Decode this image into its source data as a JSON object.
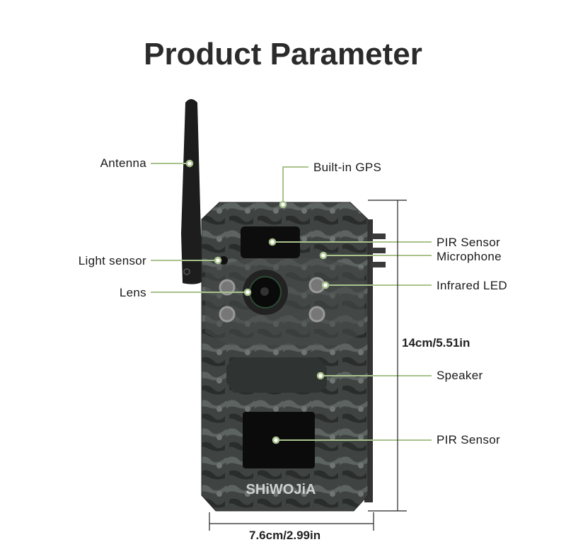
{
  "title": "Product Parameter",
  "brand": "SHiWOJiA",
  "colors": {
    "callout": "#a9c28c",
    "body": "#3e4240",
    "text": "#1a1a1a"
  },
  "labels": {
    "antenna": "Antenna",
    "gps": "Built-in GPS",
    "pir_top": "PIR Sensor",
    "microphone": "Microphone",
    "light_sensor": "Light sensor",
    "lens": "Lens",
    "infrared_led": "Infrared LED",
    "speaker": "Speaker",
    "pir_bottom": "PIR Sensor"
  },
  "dimensions": {
    "height": "14cm/5.51in",
    "width": "7.6cm/2.99in"
  }
}
